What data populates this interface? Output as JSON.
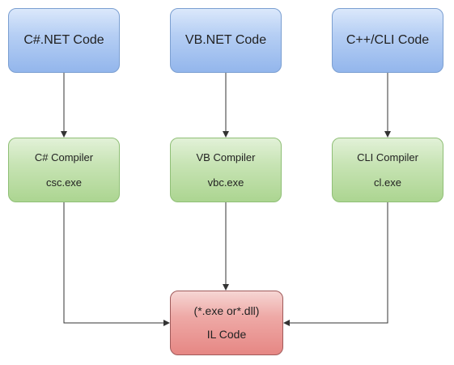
{
  "sources": [
    {
      "label": "C#.NET Code"
    },
    {
      "label": "VB.NET Code"
    },
    {
      "label": "C++/CLI Code"
    }
  ],
  "compilers": [
    {
      "name": "C# Compiler",
      "exe": "csc.exe"
    },
    {
      "name": "VB Compiler",
      "exe": "vbc.exe"
    },
    {
      "name": "CLI Compiler",
      "exe": "cl.exe"
    }
  ],
  "output": {
    "line1": "(*.exe or*.dll)",
    "line2": "IL Code"
  },
  "colors": {
    "source_fill": "#b6cff4",
    "compiler_fill": "#c8e4b5",
    "output_fill": "#eea9a6",
    "arrow": "#333333"
  }
}
